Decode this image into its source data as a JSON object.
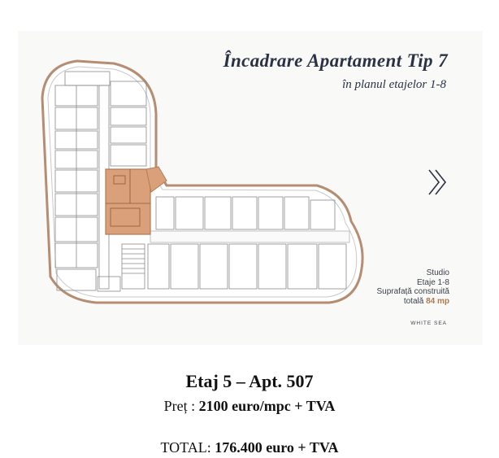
{
  "plan": {
    "title": "Încadrare Apartament Tip 7",
    "subtitle": "în planul etajelor 1-8"
  },
  "navigation": {
    "next_icon": "double-chevron-right-icon"
  },
  "unit_info": {
    "type": "Studio",
    "floors": "Etaje 1-8",
    "area_label": "Suprafață construită",
    "total_prefix": "totală",
    "total_value": "84 mp"
  },
  "brand": "WHITE SEA",
  "listing": {
    "heading": "Etaj 5 – Apt. 507",
    "price_label": "Preț :",
    "price_value": "2100 euro/mpc + TVA",
    "total_label": "TOTAL:",
    "total_value": "176.400 euro + TVA"
  },
  "colors": {
    "highlight": "#d9a07a",
    "outline": "#b58d73",
    "text_dark": "#2a3245"
  }
}
